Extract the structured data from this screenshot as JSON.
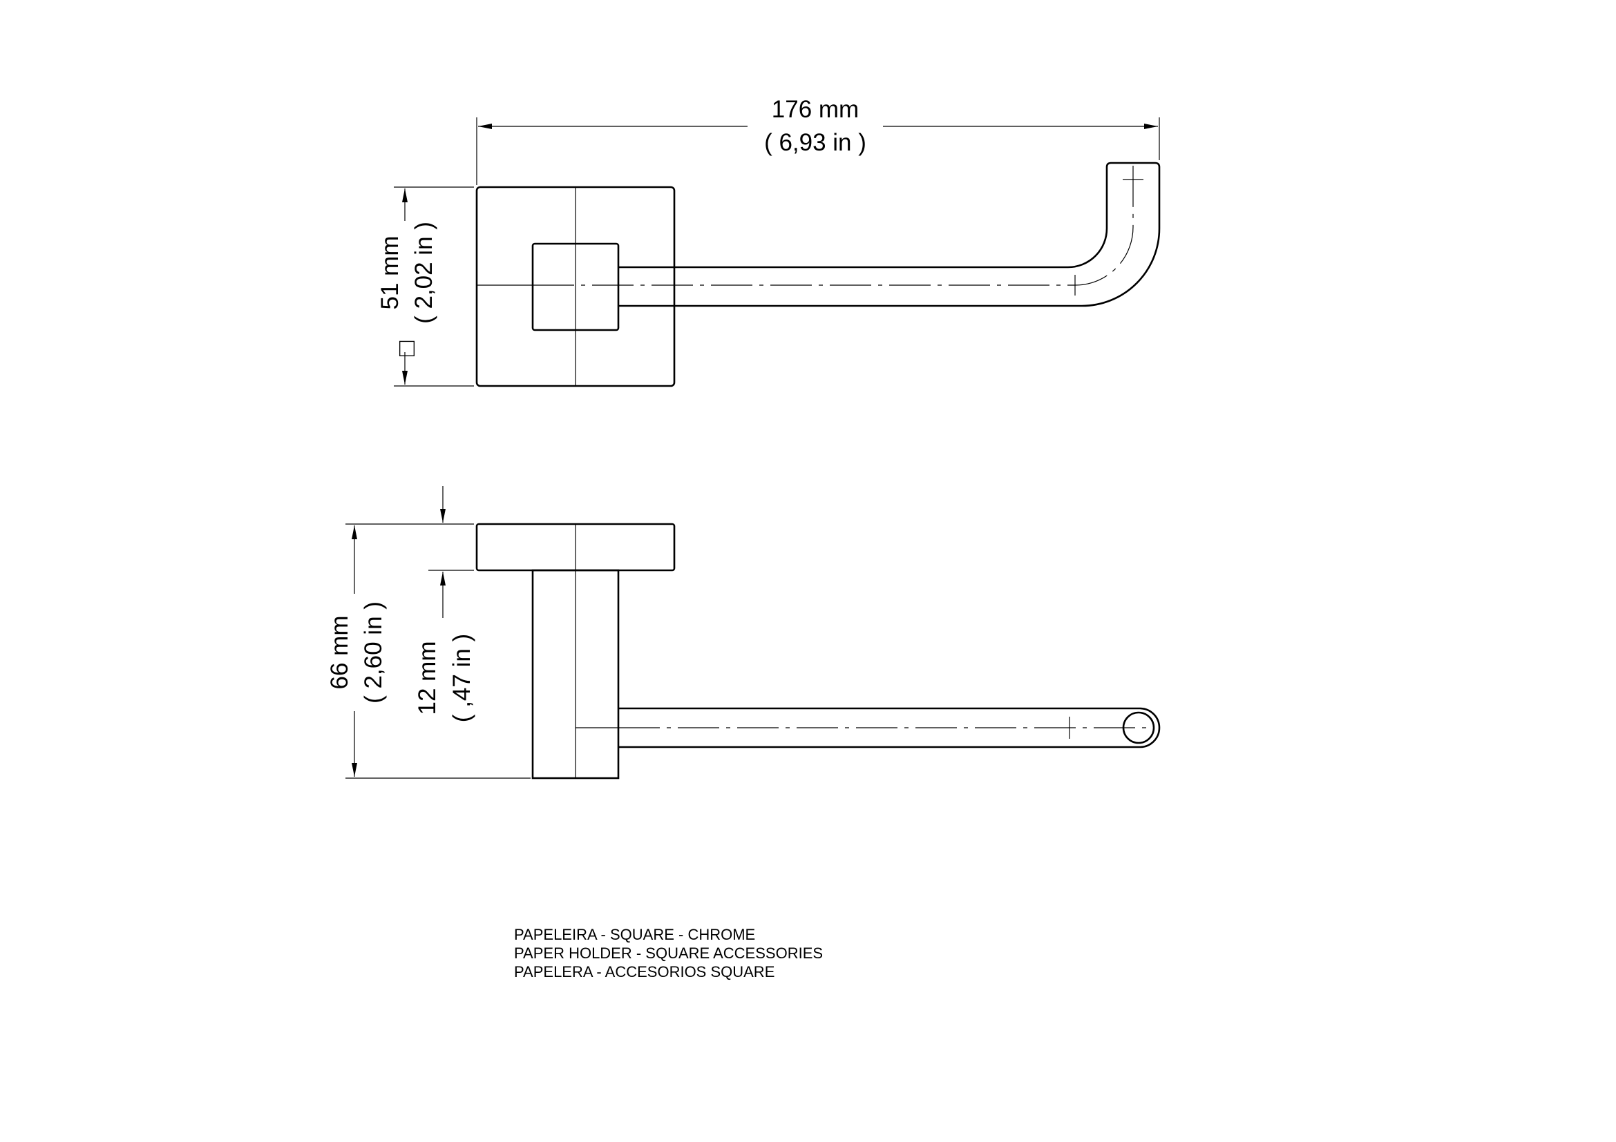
{
  "dimensions": {
    "overall_width": {
      "mm": "176 mm",
      "in": "( 6,93 in )"
    },
    "plate_square": {
      "symbol": "□",
      "mm": "51 mm",
      "in": "( 2,02 in )"
    },
    "total_depth": {
      "mm": "66 mm",
      "in": "( 2,60 in )"
    },
    "plate_thickness": {
      "mm": "12 mm",
      "in": "( ,47 in )"
    }
  },
  "caption": {
    "line_pt": "PAPELEIRA - SQUARE - CHROME",
    "line_en": "PAPER HOLDER - SQUARE ACCESSORIES",
    "line_es": "PAPELERA - ACCESORIOS SQUARE"
  }
}
